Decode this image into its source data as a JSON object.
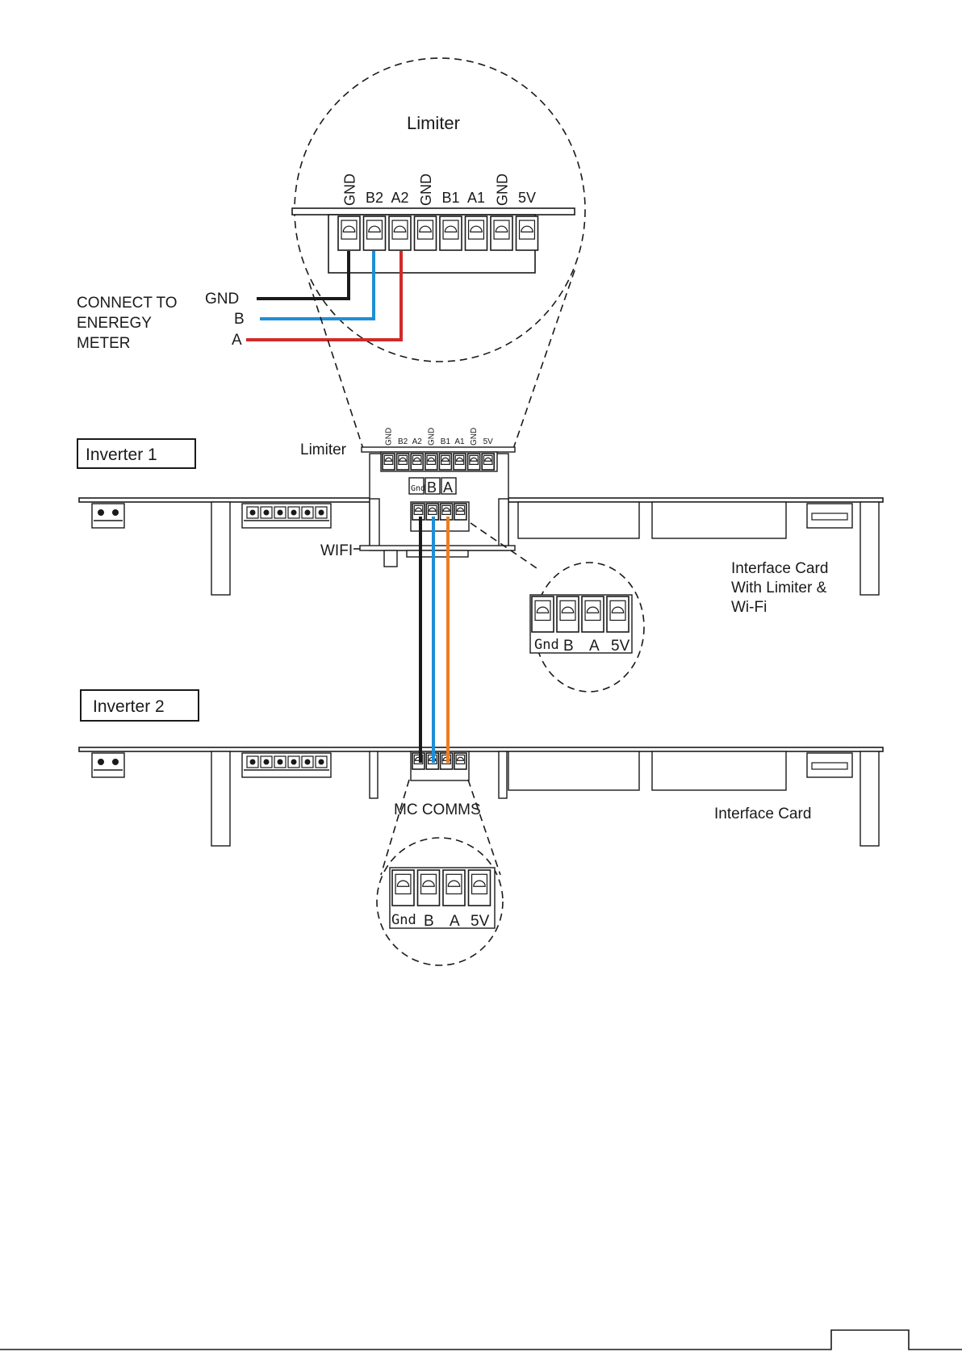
{
  "limiter_zoom": {
    "title": "Limiter",
    "terminals": [
      "GND",
      "B2",
      "A2",
      "GND",
      "B1",
      "A1",
      "GND",
      "5V"
    ]
  },
  "meter": {
    "caption_lines": [
      "CONNECT TO",
      "ENEREGY",
      "METER"
    ],
    "wires": [
      {
        "label": "GND",
        "color": "#1a1a1a"
      },
      {
        "label": "B",
        "color": "#1e8fd6"
      },
      {
        "label": "A",
        "color": "#d22a2a"
      }
    ]
  },
  "inverter1": {
    "label": "Inverter 1",
    "limiter_label": "Limiter",
    "limiter_terminals": [
      "GND",
      "B2",
      "A2",
      "GND",
      "B1",
      "A1",
      "GND",
      "5V"
    ],
    "comms_tag": [
      "Gnd",
      "B",
      "A"
    ],
    "wifi_label": "WIFI",
    "card_label_lines": [
      "Interface Card",
      "With Limiter &",
      "Wi-Fi"
    ]
  },
  "inverter2": {
    "label": "Inverter 2",
    "comms_label": "MC COMMS",
    "card_label": "Interface Card"
  },
  "comms_zoom": {
    "terminals": [
      "Gnd",
      "B",
      "A",
      "5V"
    ]
  },
  "link_wires": [
    {
      "name": "gnd",
      "color": "#1a1a1a"
    },
    {
      "name": "b",
      "color": "#1e8fd6"
    },
    {
      "name": "a",
      "color": "#ee7d22"
    }
  ]
}
